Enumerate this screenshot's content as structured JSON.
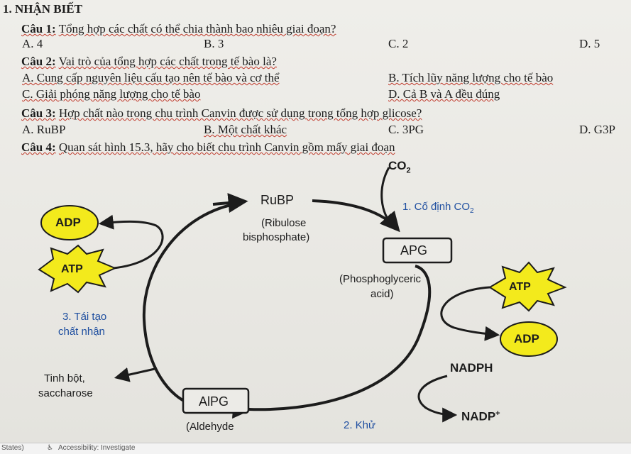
{
  "heading": "1. NHẬN BIẾT",
  "q1": {
    "label": "Câu 1:",
    "text": "Tổng hợp các chất có thể chia thành bao nhiêu giai đoạn?",
    "a": "A. 4",
    "b": "B. 3",
    "c": "C. 2",
    "d": "D. 5"
  },
  "q2": {
    "label": "Câu 2:",
    "text": "Vai trò của tổng hợp các chất trong tế bào là?",
    "a": "A. Cung cấp nguyên liệu cấu tạo nên tế bào và cơ thể",
    "b": "B. Tích lũy năng lượng cho tế bào",
    "c": "C. Giải phóng năng lượng cho tế bào",
    "d": "D. Cả B và A đều đúng"
  },
  "q3": {
    "label": "Câu 3:",
    "text": "Hợp chất nào trong chu trình Canvin được sử dụng trong tổng hợp glicose?",
    "a": "A. RuBP",
    "b": "B. Một chất khác",
    "c": "C. 3PG",
    "d": "D. G3P"
  },
  "q4": {
    "label": "Câu 4:",
    "text": "Quan sát hình 15.3, hãy cho biết chu trình Canvin gồm mấy giai đoạn"
  },
  "diagram": {
    "co2": "CO",
    "co2_sub": "2",
    "rubp": "RuBP",
    "rubp_full1": "(Ribulose",
    "rubp_full2": "bisphosphate)",
    "step1": "1. Cố định CO",
    "step1_sub": "2",
    "apg": "APG",
    "apg_full1": "(Phosphoglyceric",
    "apg_full2": "acid)",
    "atp_left": "ATP",
    "adp_left": "ADP",
    "atp_right": "ATP",
    "adp_right": "ADP",
    "step3_1": "3. Tái tạo",
    "step3_2": "chất nhận",
    "starch1": "Tinh bột,",
    "starch2": "saccharose",
    "alpg": "AlPG",
    "alpg_full": "(Aldehyde",
    "step2": "2. Khử",
    "nadph": "NADPH",
    "nadp": "NADP",
    "nadp_sup": "+"
  },
  "status": {
    "left": "States)",
    "accessibility": "Accessibility: Investigate"
  },
  "colors": {
    "yellow_fill": "#f3ea1c",
    "step_label": "#1f4fa0",
    "ink": "#1c1c1c"
  }
}
